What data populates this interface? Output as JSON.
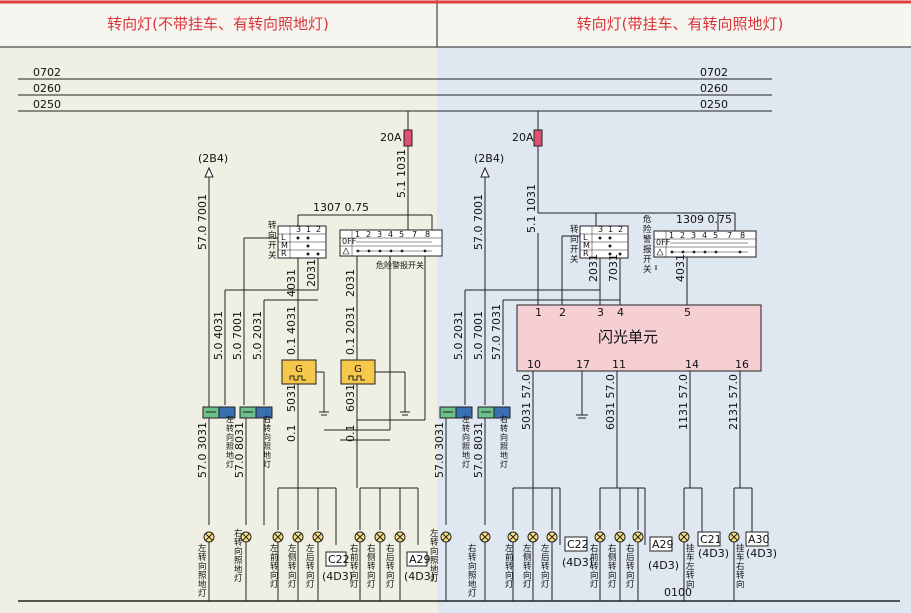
{
  "titles": {
    "left": "转向灯(不带挂车、有转向照地灯)",
    "right": "转向灯(带挂车、有转向照地灯)"
  },
  "bus": [
    "0702",
    "0260",
    "0250"
  ],
  "fuses": {
    "left": "20A",
    "right": "20A"
  },
  "refs": {
    "b4": "(2B4)"
  },
  "labels": {
    "hazard_switch": "危险警报开关",
    "flasher_unit": "闪光单元",
    "ground": "0100"
  },
  "pins": {
    "p1": "1",
    "p2": "2",
    "p3": "3",
    "p4": "4",
    "p5": "5",
    "p10": "10",
    "p17": "17",
    "p11": "11",
    "p14": "14",
    "p16": "16"
  },
  "connectors": {
    "c22": "C22",
    "a29": "A29",
    "c21": "C21",
    "a30": "A30",
    "d3": "(4D3)"
  },
  "wires": {
    "w_5_1031": "5.1 1031",
    "w_5_1_1031": "5.1 1031",
    "w_57_7001": "57.0 7001",
    "w_1307": "1307 0.75",
    "w_1309": "1309 0.75",
    "w_4031": "4031",
    "w_2031": "2031",
    "w_7031": "7031",
    "w_5_0_7001": "5.0 7001",
    "w_5_0_4031": "5.0 4031",
    "w_5_0_2031": "5.0 2031",
    "w_57_0_7031": "57.0 7031",
    "w_0_1_4031": "0.1 4031",
    "w_0_1_2031": "0.1 2031",
    "w_5031": "5031",
    "w_6031": "6031",
    "w_0_1": "0.1",
    "w_57_0_3031": "57.0 3031",
    "w_57_0_8031": "57.0 8031",
    "w_5031_57": "5031 57.0",
    "w_6031_57": "6031 57.0",
    "w_1131_57": "1131 57.0",
    "w_2131_57": "2131 57.0"
  }
}
